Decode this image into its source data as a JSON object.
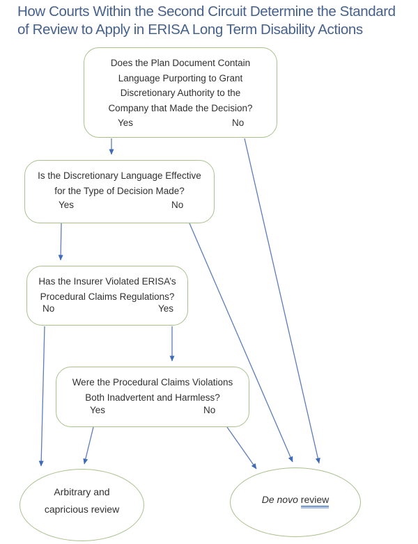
{
  "title": {
    "line1": "How Courts Within the Second Circuit Determine the Standard",
    "line2": "of Review to Apply in ERISA Long Term Disability Actions"
  },
  "colors": {
    "title_text": "#46618c",
    "node_border": "#a9c08c",
    "arrow_line": "#5b7db8",
    "arrow_head": "#3f6ab5",
    "body_text": "#303030",
    "review_underline": "#4a6fae"
  },
  "nodes": {
    "q1": {
      "lines": [
        "Does the Plan Document Contain",
        "Language Purporting to Grant",
        "Discretionary Authority to the",
        "Company that Made the Decision?"
      ],
      "left_label": "Yes",
      "right_label": "No"
    },
    "q2": {
      "lines": [
        "Is the Discretionary Language Effective",
        "for the Type of Decision Made?"
      ],
      "left_label": "Yes",
      "right_label": "No"
    },
    "q3": {
      "lines": [
        "Has the Insurer Violated ERISA’s",
        "Procedural Claims Regulations?"
      ],
      "left_label": "No",
      "right_label": "Yes"
    },
    "q4": {
      "lines": [
        "Were the Procedural Claims Violations",
        "Both Inadvertent and Harmless?"
      ],
      "left_label": "Yes",
      "right_label": "No"
    },
    "outcome_arbitrary": {
      "lines": [
        "Arbitrary and",
        "capricious review"
      ]
    },
    "outcome_de_novo": {
      "italic_text": "De novo",
      "underlined_text": "review"
    }
  },
  "edges": [
    {
      "from": "q1",
      "label": "Yes",
      "to": "q2"
    },
    {
      "from": "q1",
      "label": "No",
      "to": "outcome_de_novo"
    },
    {
      "from": "q2",
      "label": "Yes",
      "to": "q3"
    },
    {
      "from": "q2",
      "label": "No",
      "to": "outcome_de_novo"
    },
    {
      "from": "q3",
      "label": "No",
      "to": "outcome_arbitrary"
    },
    {
      "from": "q3",
      "label": "Yes",
      "to": "q4"
    },
    {
      "from": "q4",
      "label": "Yes",
      "to": "outcome_arbitrary"
    },
    {
      "from": "q4",
      "label": "No",
      "to": "outcome_de_novo"
    }
  ]
}
